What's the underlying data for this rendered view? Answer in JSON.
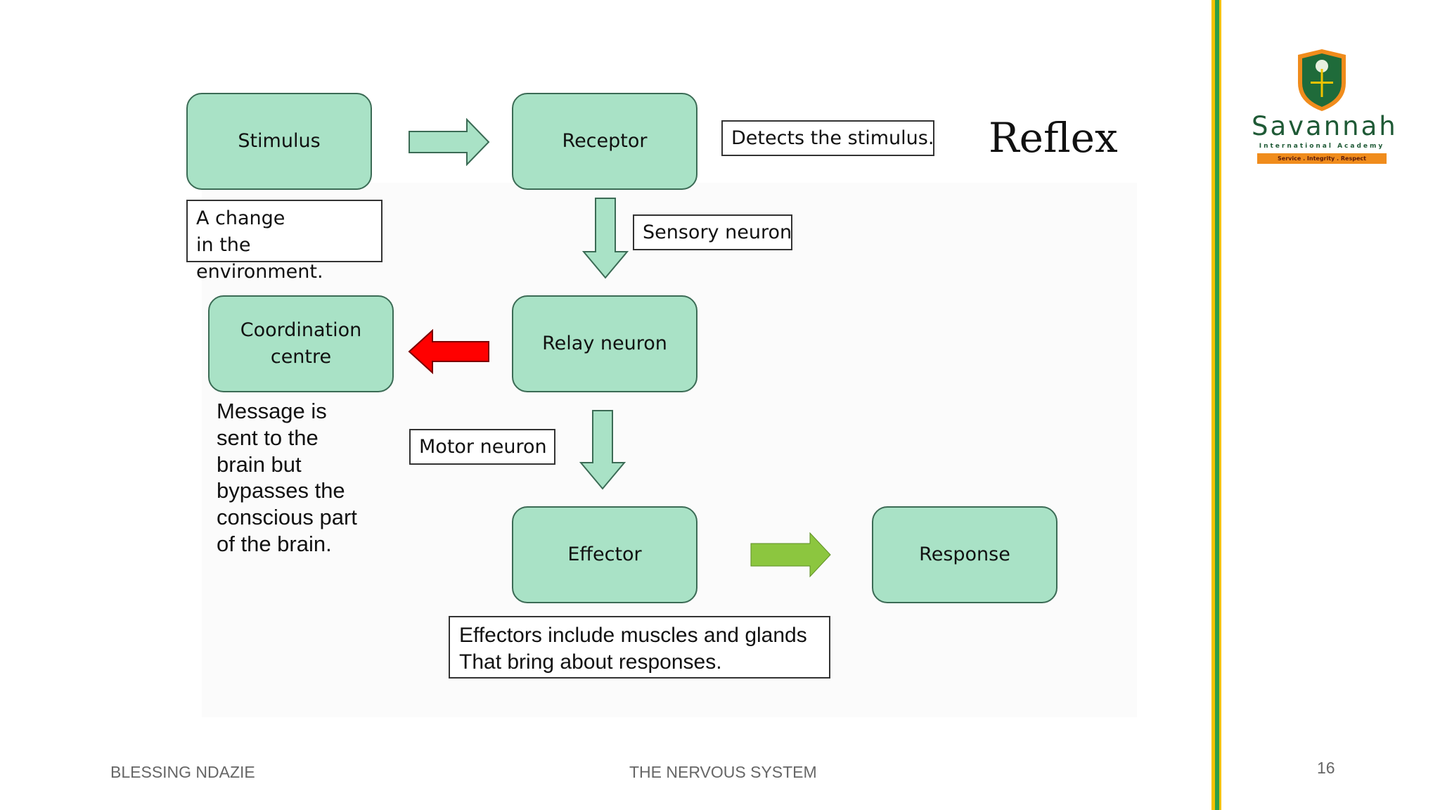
{
  "slide": {
    "title": "Reflex",
    "page_number": "16",
    "author": "BLESSING NDAZIE",
    "topic": "THE NERVOUS SYSTEM"
  },
  "logo": {
    "name": "Savannah",
    "subtitle": "International Academy",
    "motto": "Service . Integrity . Respect"
  },
  "nodes": {
    "stimulus": "Stimulus",
    "receptor": "Receptor",
    "coordination_centre": "Coordination\ncentre",
    "relay_neuron": "Relay neuron",
    "effector": "Effector",
    "response": "Response"
  },
  "labels": {
    "stimulus_note": "A change\nin the environment.",
    "receptor_note": "Detects the stimulus.",
    "sensory_neuron": "Sensory neuron",
    "motor_neuron": "Motor neuron",
    "effectors_note": "Effectors include muscles and glands\nThat bring about responses.",
    "coordination_note": "Message is\nsent to the\nbrain but\nbypasses the\nconscious part\nof the brain."
  },
  "colors": {
    "node_fill": "#a9e2c6",
    "arrow_fill": "#a9e2c6",
    "red_arrow": "#ff0000",
    "green_arrow": "#8cc63f",
    "stripe_green": "#2e9e4a",
    "stripe_yellow": "#f2c200"
  }
}
